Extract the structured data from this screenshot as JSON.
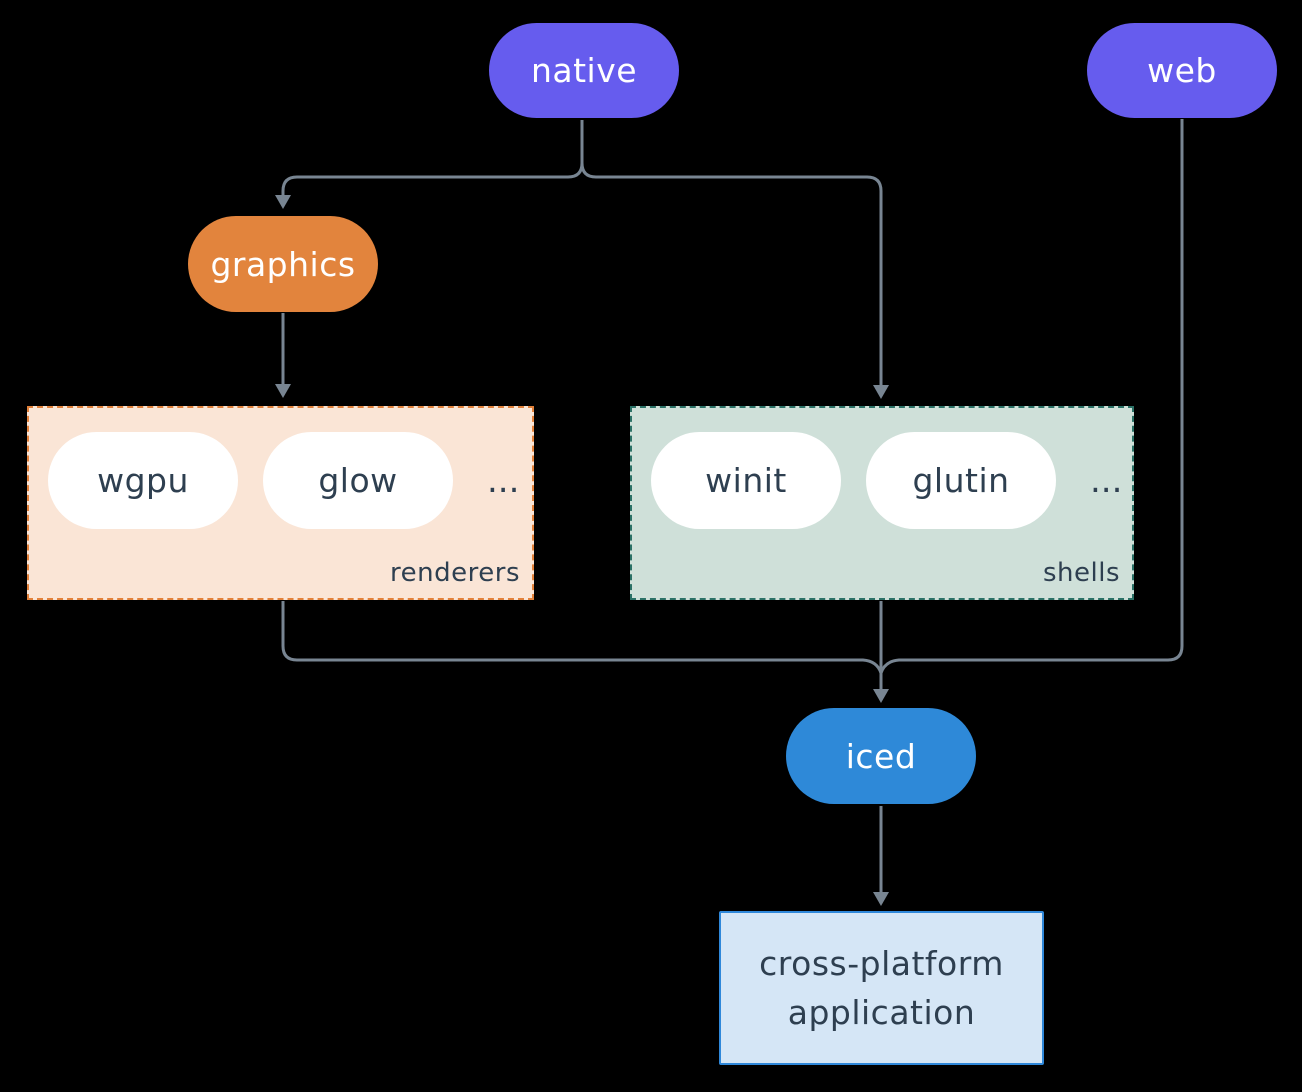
{
  "colors": {
    "background": "#000000",
    "purple": "#665CEE",
    "orange": "#E2843D",
    "blue": "#2E89D8",
    "connector": "#788592",
    "dark_text": "#2E3F50",
    "renderers_fill": "#FAE5D6",
    "renderers_border": "#E2813A",
    "shells_fill": "#CFE0D9",
    "shells_border": "#2B7166",
    "app_fill": "#D5E6F6",
    "app_border": "#2F88DA"
  },
  "nodes": {
    "native": "native",
    "web": "web",
    "graphics": "graphics",
    "iced": "iced"
  },
  "groups": {
    "renderers": {
      "label": "renderers",
      "items": [
        "wgpu",
        "glow"
      ],
      "more": "..."
    },
    "shells": {
      "label": "shells",
      "items": [
        "winit",
        "glutin"
      ],
      "more": "..."
    }
  },
  "application": {
    "lines": [
      "cross-platform",
      "application"
    ]
  }
}
